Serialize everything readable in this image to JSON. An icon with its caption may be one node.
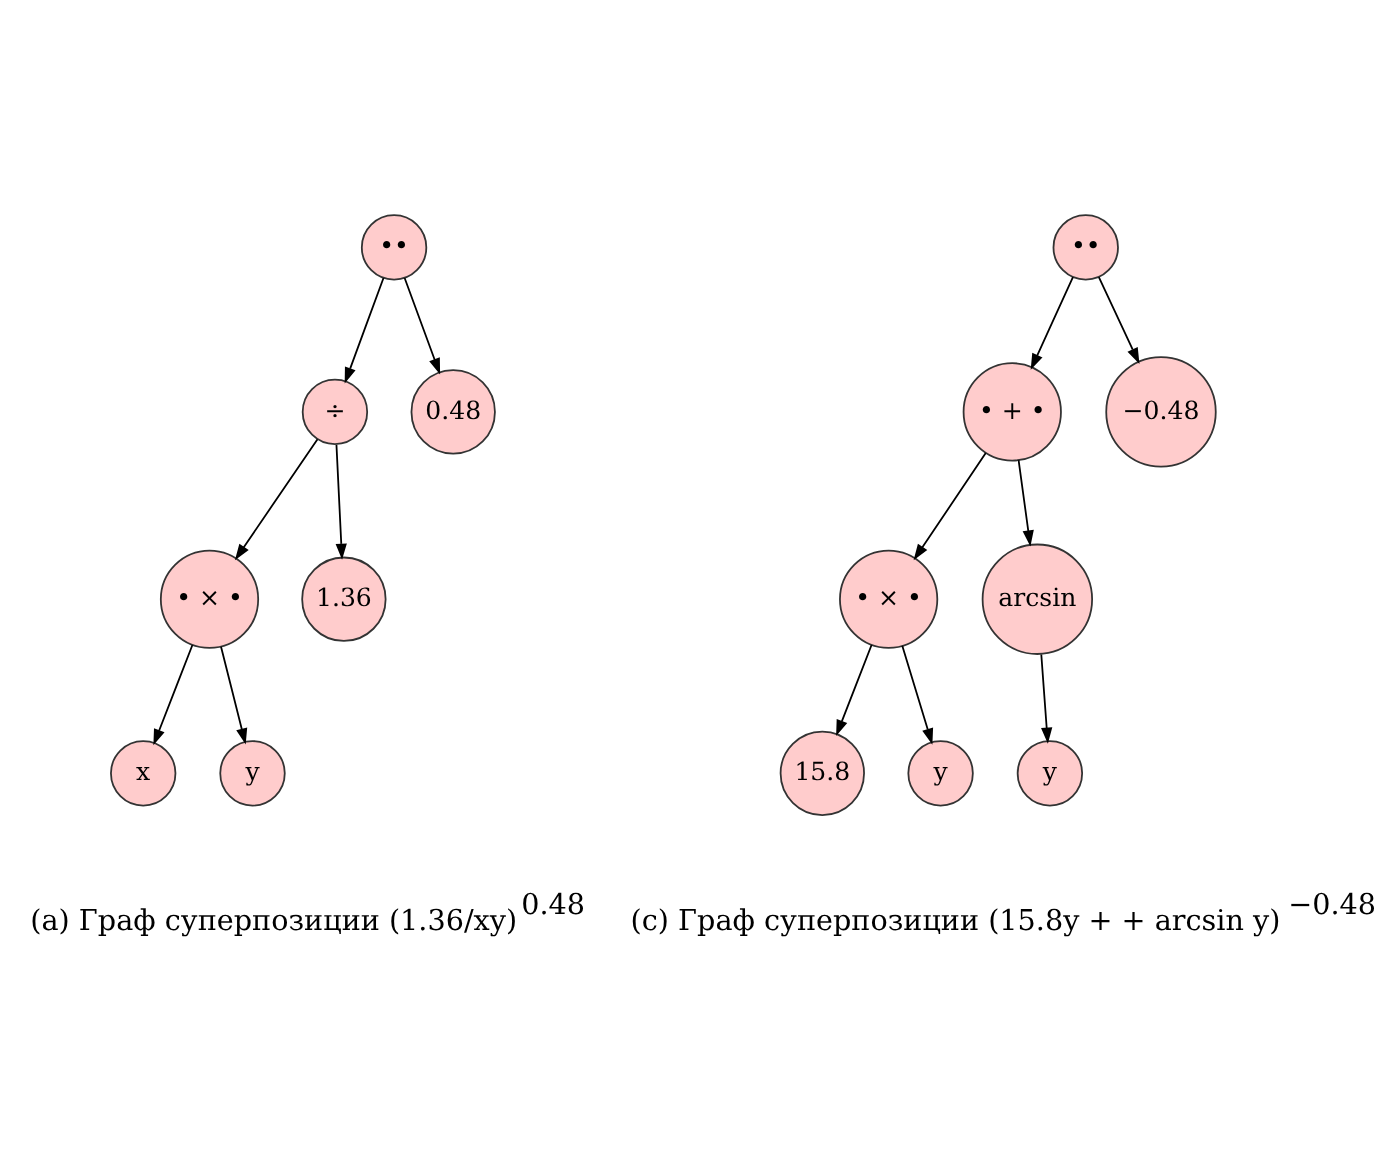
{
  "diagram": {
    "nodes": [
      {
        "text": [
          "••"
        ]
      },
      {
        "text": [
          "÷"
        ]
      },
      {
        "text": [
          "0.48"
        ]
      },
      {
        "text": [
          "• × •"
        ]
      },
      {
        "text": [
          "1.36"
        ]
      },
      {
        "text": [
          "x"
        ]
      },
      {
        "text": [
          "y"
        ]
      },
      {
        "text": [
          "••"
        ]
      },
      {
        "text": [
          "• + •"
        ]
      },
      {
        "text": [
          "−0.48"
        ]
      },
      {
        "text": [
          "• × •"
        ]
      },
      {
        "text": [
          "arcsin"
        ]
      },
      {
        "text": [
          "15.8"
        ]
      },
      {
        "text": [
          "y"
        ]
      },
      {
        "text": [
          "y"
        ]
      }
    ],
    "edges": [
      {
        "from": 0,
        "to": 1,
        "arrow": "to"
      },
      {
        "from": 0,
        "to": 2,
        "arrow": "to"
      },
      {
        "from": 1,
        "to": 3,
        "arrow": "to"
      },
      {
        "from": 1,
        "to": 4,
        "arrow": "to"
      },
      {
        "from": 3,
        "to": 5,
        "arrow": "to"
      },
      {
        "from": 3,
        "to": 6,
        "arrow": "to"
      },
      {
        "from": 7,
        "to": 8,
        "arrow": "to"
      },
      {
        "from": 7,
        "to": 9,
        "arrow": "to"
      },
      {
        "from": 8,
        "to": 10,
        "arrow": "to"
      },
      {
        "from": 8,
        "to": 11,
        "arrow": "to"
      },
      {
        "from": 10,
        "to": 12,
        "arrow": "to"
      },
      {
        "from": 10,
        "to": 13,
        "arrow": "to"
      },
      {
        "from": 11,
        "to": 14,
        "arrow": "to"
      }
    ],
    "labels": [
      "(a) Граф суперпозиции (1.36/xy)$^{0.48}$",
      "(c) Граф суперпозиции (15.8y + + arcsin y)$^{−0.48}$"
    ]
  }
}
